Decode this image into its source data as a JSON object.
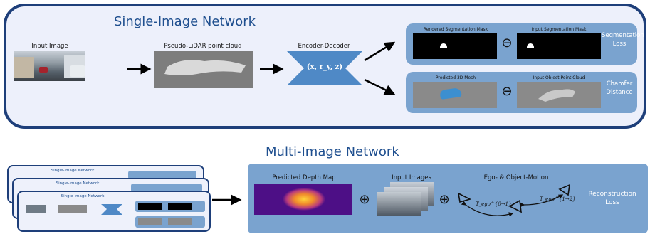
{
  "single": {
    "title": "Single-Image Network",
    "input_image_label": "Input Image",
    "pseudo_lidar_label": "Pseudo-LiDAR point cloud",
    "encoder_label": "Encoder-Decoder",
    "encoder_output": "(x, r_y, z)",
    "rendered_mask_label": "Rendered Segmentation Mask",
    "input_mask_label": "Input Segmentation Mask",
    "seg_loss": "Segmentation\nLoss",
    "mesh_label": "Predicted 3D Mesh",
    "pointcloud_label": "Input Object Point Cloud",
    "chamfer": "Chamfer\nDistance",
    "ominus": "⊖"
  },
  "multi": {
    "title": "Multi-Image Network",
    "depth_label": "Predicted Depth Map",
    "input_images_label": "Input Images",
    "motion_label": "Ego- & Object-Motion",
    "oplus": "⊕",
    "recon_loss": "Reconstruction\nLoss",
    "t1": "T_ego^{0→1}",
    "t2": "T_ego^{1→2}"
  },
  "colors": {
    "panel_border": "#1e3f7a",
    "panel_fill": "#edf0fb",
    "loss_box": "#7aa3cf",
    "title_blue": "#1f4f8f"
  }
}
